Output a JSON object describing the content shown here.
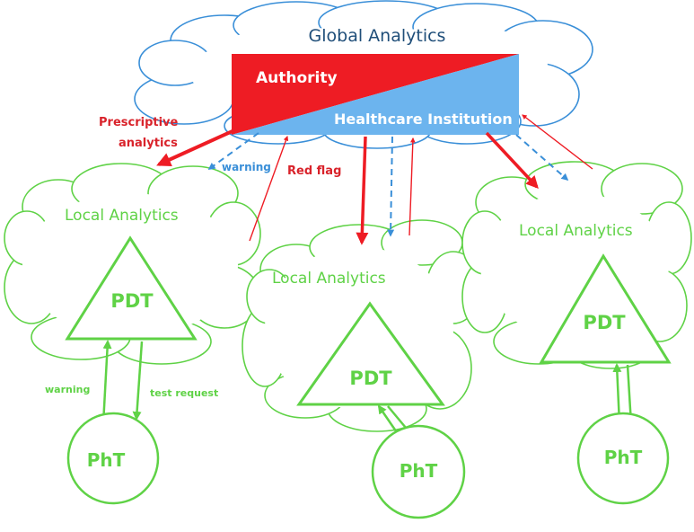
{
  "global": {
    "title": "Global Analytics"
  },
  "central": {
    "authority": "Authority",
    "institution": "Healthcare Institution"
  },
  "flows": {
    "prescriptive_line1": "Prescriptive",
    "prescriptive_line2": "analytics",
    "warning": "warning",
    "red_flag": "Red flag"
  },
  "nodes": [
    {
      "local": "Local Analytics",
      "pdt": "PDT",
      "pht": "PhT",
      "left_label": "warning",
      "right_label": "test request"
    },
    {
      "local": "Local Analytics",
      "pdt": "PDT",
      "pht": "PhT"
    },
    {
      "local": "Local Analytics",
      "pdt": "PDT",
      "pht": "PhT"
    }
  ],
  "colors": {
    "red": "#ee1c24",
    "blue": "#6cb4ee",
    "green": "#5fd246",
    "cloud_blue": "#3a8fd8"
  }
}
